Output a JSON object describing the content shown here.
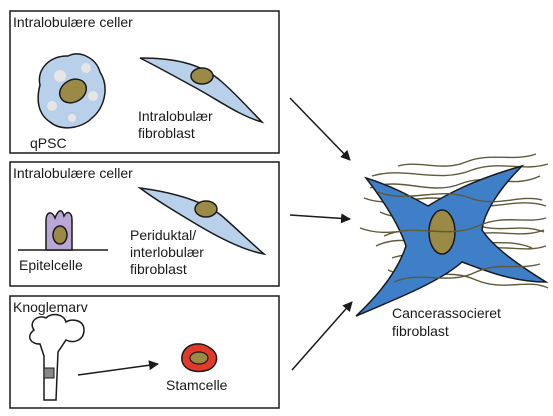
{
  "panels": [
    {
      "title": "Intralobulære celler",
      "cells": [
        {
          "label_lines": [
            "qPSC"
          ]
        },
        {
          "label_lines": [
            "Intralobulær",
            "fibroblast"
          ]
        }
      ]
    },
    {
      "title": "Intralobulære celler",
      "cells": [
        {
          "label_lines": [
            "Epitelcelle"
          ]
        },
        {
          "label_lines": [
            "Periduktal/",
            "interlobulær",
            "fibroblast"
          ]
        }
      ]
    },
    {
      "title": "Knoglemarv",
      "cells": [
        {
          "label_lines": [
            "Stamcelle"
          ]
        }
      ]
    }
  ],
  "result": {
    "label_lines": [
      "Cancerassocieret",
      "fibroblast"
    ]
  },
  "colors": {
    "cell_blue": "#b9d0ea",
    "caf_blue": "#3f7fc8",
    "nucleus": "#9b8a45",
    "epithelial": "#b9a8d6",
    "stem_red": "#e23a2a",
    "fiber": "#5e5a3a",
    "outline": "#1a1a1a"
  }
}
